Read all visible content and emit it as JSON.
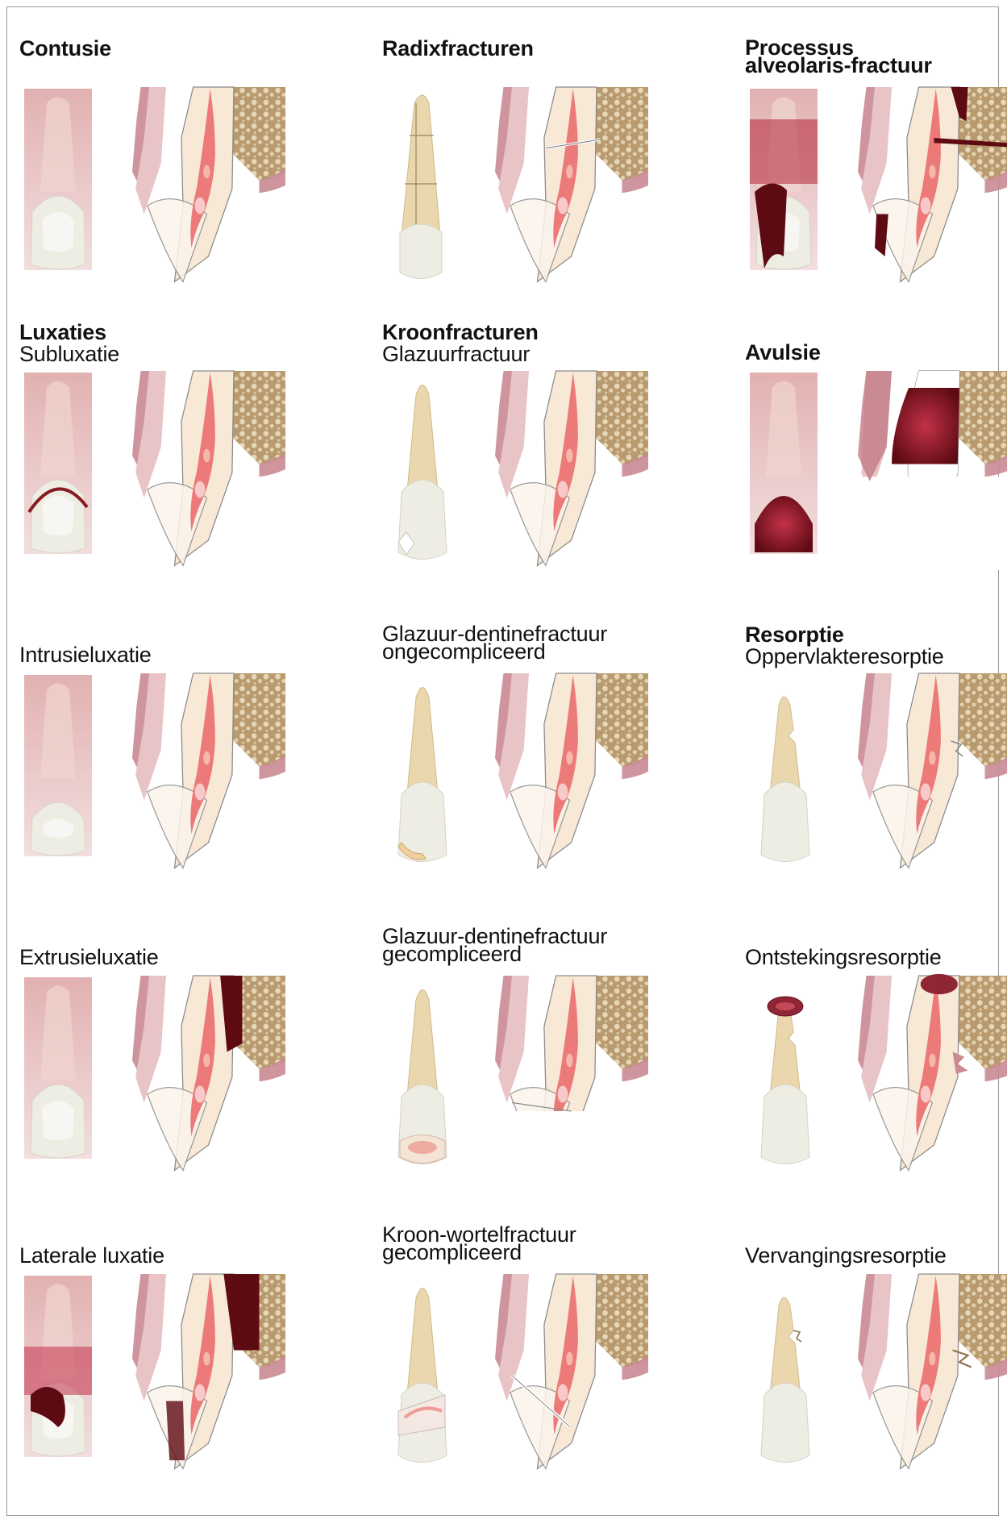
{
  "columns": [
    [
      {
        "id": "contusie",
        "title": "Contusie",
        "subtitle": "",
        "photo": "normal",
        "section": "normal"
      },
      {
        "id": "subluxatie",
        "title": "Luxaties",
        "subtitle": "Subluxatie",
        "photo": "gumblood",
        "section": "normal"
      },
      {
        "id": "intrusieluxatie",
        "title": "",
        "subtitle": "Intrusieluxatie",
        "photo": "intruded",
        "section": "normal"
      },
      {
        "id": "extrusieluxatie",
        "title": "",
        "subtitle": "Extrusieluxatie",
        "photo": "normal",
        "section": "extrusion"
      },
      {
        "id": "laterale-luxatie",
        "title": "",
        "subtitle": "Laterale luxatie",
        "photo": "lateral",
        "section": "lateral"
      }
    ],
    [
      {
        "id": "radixfracturen",
        "title": "Radixfracturen",
        "subtitle": "",
        "tooth": "rootfracture",
        "section": "rootfracture"
      },
      {
        "id": "glazuurfractuur",
        "title": "Kroonfracturen",
        "subtitle": "Glazuurfractuur",
        "tooth": "enamel",
        "section": "normal"
      },
      {
        "id": "gd-ongecompliceerd",
        "title": "",
        "subtitle": "Glazuur-dentinefractuur\nongecompliceerd",
        "tooth": "uncomplicated",
        "section": "normal"
      },
      {
        "id": "gd-gecompliceerd",
        "title": "",
        "subtitle": "Glazuur-dentinefractuur\ngecompliceerd",
        "tooth": "complicated",
        "section": "crowncut"
      },
      {
        "id": "kroon-wortelfractuur",
        "title": "",
        "subtitle": "Kroon-wortelfractuur\ngecompliceerd",
        "tooth": "crownroot",
        "section": "crownroot"
      }
    ],
    [
      {
        "id": "processus",
        "title": "Processus\nalveolaris-fractuur",
        "subtitle": "",
        "photo": "alveolar",
        "section": "alveolar"
      },
      {
        "id": "avulsie",
        "title": "Avulsie",
        "subtitle": "",
        "photo": "avulsion",
        "section": "avulsion"
      },
      {
        "id": "oppervlakteresorptie",
        "title": "Resorptie",
        "subtitle": "Oppervlakteresorptie",
        "tooth": "surface",
        "section": "surface"
      },
      {
        "id": "ontstekingsresorptie",
        "title": "",
        "subtitle": "Ontstekingsresorptie",
        "tooth": "inflammatory",
        "section": "inflammatory"
      },
      {
        "id": "vervangingsresorptie",
        "title": "",
        "subtitle": "Vervangingsresorptie",
        "tooth": "replacement",
        "section": "replacement"
      }
    ]
  ],
  "colors": {
    "gum": "#c98a93",
    "gumLight": "#e9c4c6",
    "bone": "#b89a6e",
    "boneDark": "#8d6f45",
    "enamel": "#eeede4",
    "root": "#ead7ae",
    "pulp": "#ec7a78",
    "pulpLight": "#f7c9b8",
    "blood": "#8a1a22",
    "bloodDark": "#5e0a12",
    "outline": "#8b8b8b"
  }
}
